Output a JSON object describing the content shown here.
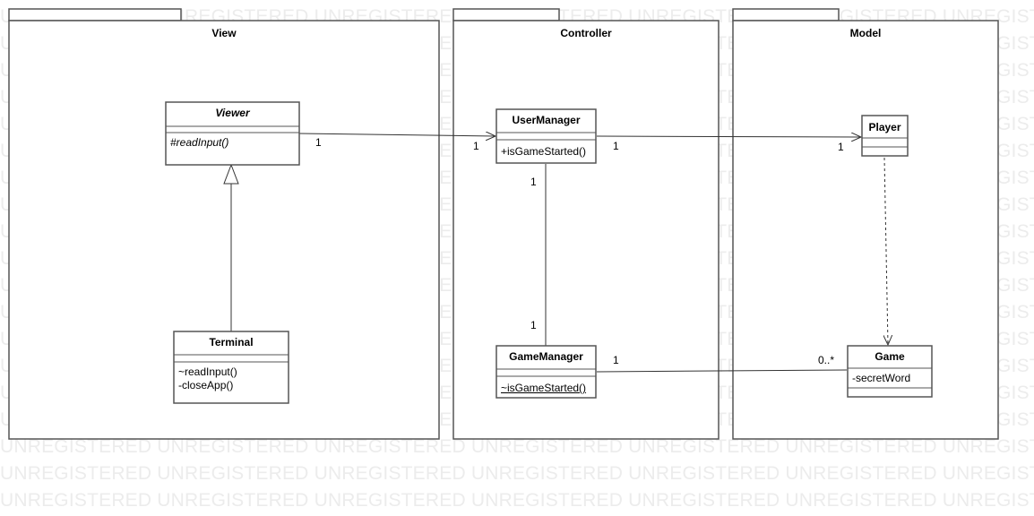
{
  "watermark": {
    "text": "UNREGISTERED"
  },
  "packages": {
    "view": {
      "title": "View"
    },
    "controller": {
      "title": "Controller"
    },
    "model": {
      "title": "Model"
    }
  },
  "classes": {
    "viewer": {
      "name": "Viewer",
      "operations": [
        "#readInput()"
      ]
    },
    "terminal": {
      "name": "Terminal",
      "operations": [
        "~readInput()",
        "-closeApp()"
      ]
    },
    "user_manager": {
      "name": "UserManager",
      "operations": [
        "+isGameStarted()"
      ]
    },
    "game_manager": {
      "name": "GameManager",
      "operations": [
        "~isGameStarted()"
      ]
    },
    "player": {
      "name": "Player"
    },
    "game": {
      "name": "Game",
      "attributes": [
        "-secretWord"
      ]
    }
  },
  "multiplicities": {
    "viewer_usermanager_src": "1",
    "viewer_usermanager_dst": "1",
    "usermanager_player_src": "1",
    "usermanager_player_dst": "1",
    "usermanager_gamemanager_top": "1",
    "usermanager_gamemanager_bottom": "1",
    "gamemanager_game_src": "1",
    "gamemanager_game_dst": "0..*"
  }
}
